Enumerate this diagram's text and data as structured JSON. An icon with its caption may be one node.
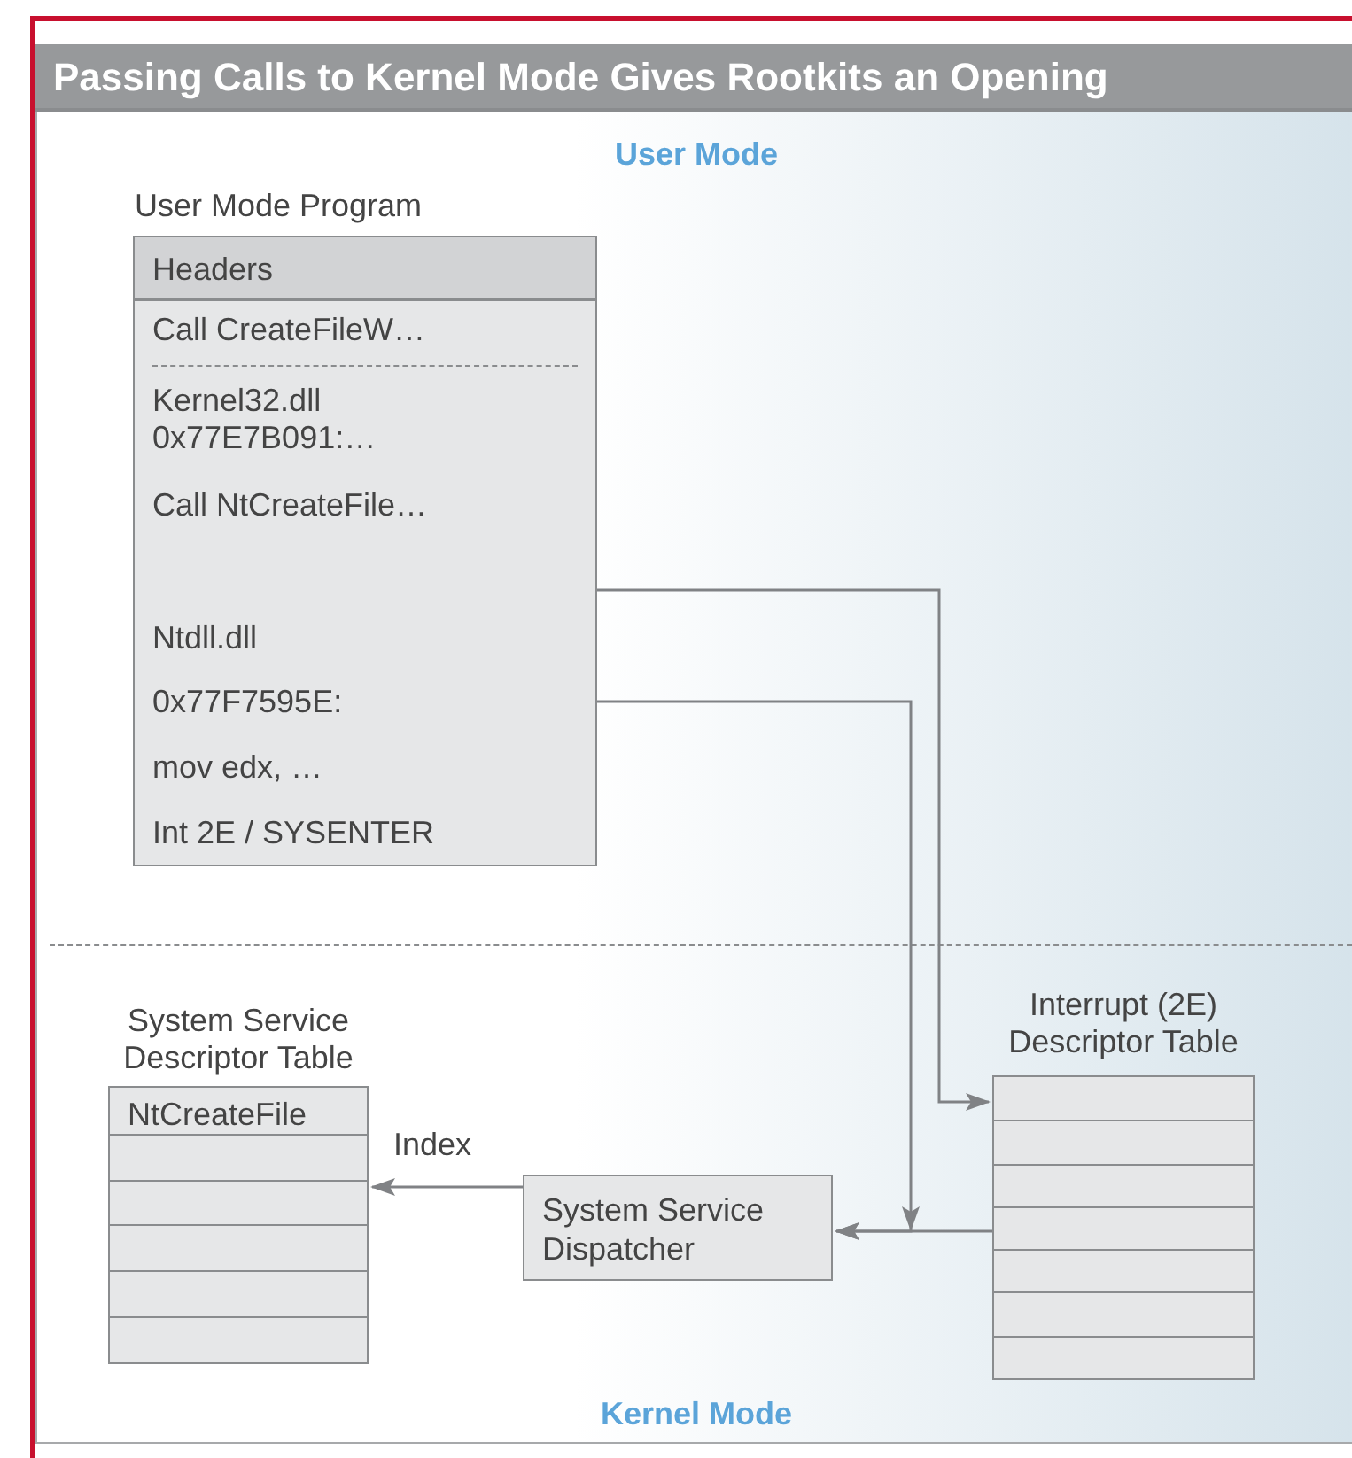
{
  "diagram": {
    "title": "Passing Calls to Kernel Mode Gives Rootkits an Opening",
    "nodes": [
      {
        "text": [
          "User Mode Program"
        ]
      },
      {
        "text": [
          "Headers"
        ],
        "in": 0
      },
      {
        "text": [
          "Call CreateFileW…"
        ],
        "in": 0
      },
      {
        "text": [
          "Kernel32.dll 0x77E7B091:…"
        ],
        "in": 0
      },
      {
        "text": [
          "Call NtCreateFile…"
        ],
        "in": 0
      },
      {
        "text": [
          "Ntdll.dll"
        ],
        "in": 0
      },
      {
        "text": [
          "0x77F7595E:"
        ],
        "in": 0
      },
      {
        "text": [
          "mov edx, …"
        ],
        "in": 0
      },
      {
        "text": [
          "Int 2E / SYSENTER"
        ],
        "in": 0
      },
      {
        "text": [
          "System Service Descriptor Table"
        ]
      },
      {
        "text": [
          "NtCreateFile"
        ],
        "in": 9
      },
      {
        "text": [
          "Interrupt (2E) Descriptor Table"
        ]
      },
      {
        "text": [
          "System Service Dispatcher"
        ]
      }
    ],
    "edges": [
      {
        "from": 0,
        "to": 11,
        "arrow": "to"
      },
      {
        "from": 0,
        "to": 12,
        "arrow": "to"
      },
      {
        "from": 11,
        "to": 12,
        "arrow": "to"
      },
      {
        "from": 12,
        "to": 9,
        "arrow": "to",
        "label": "Index"
      }
    ],
    "labels": [
      "User Mode",
      "Kernel Mode"
    ]
  }
}
